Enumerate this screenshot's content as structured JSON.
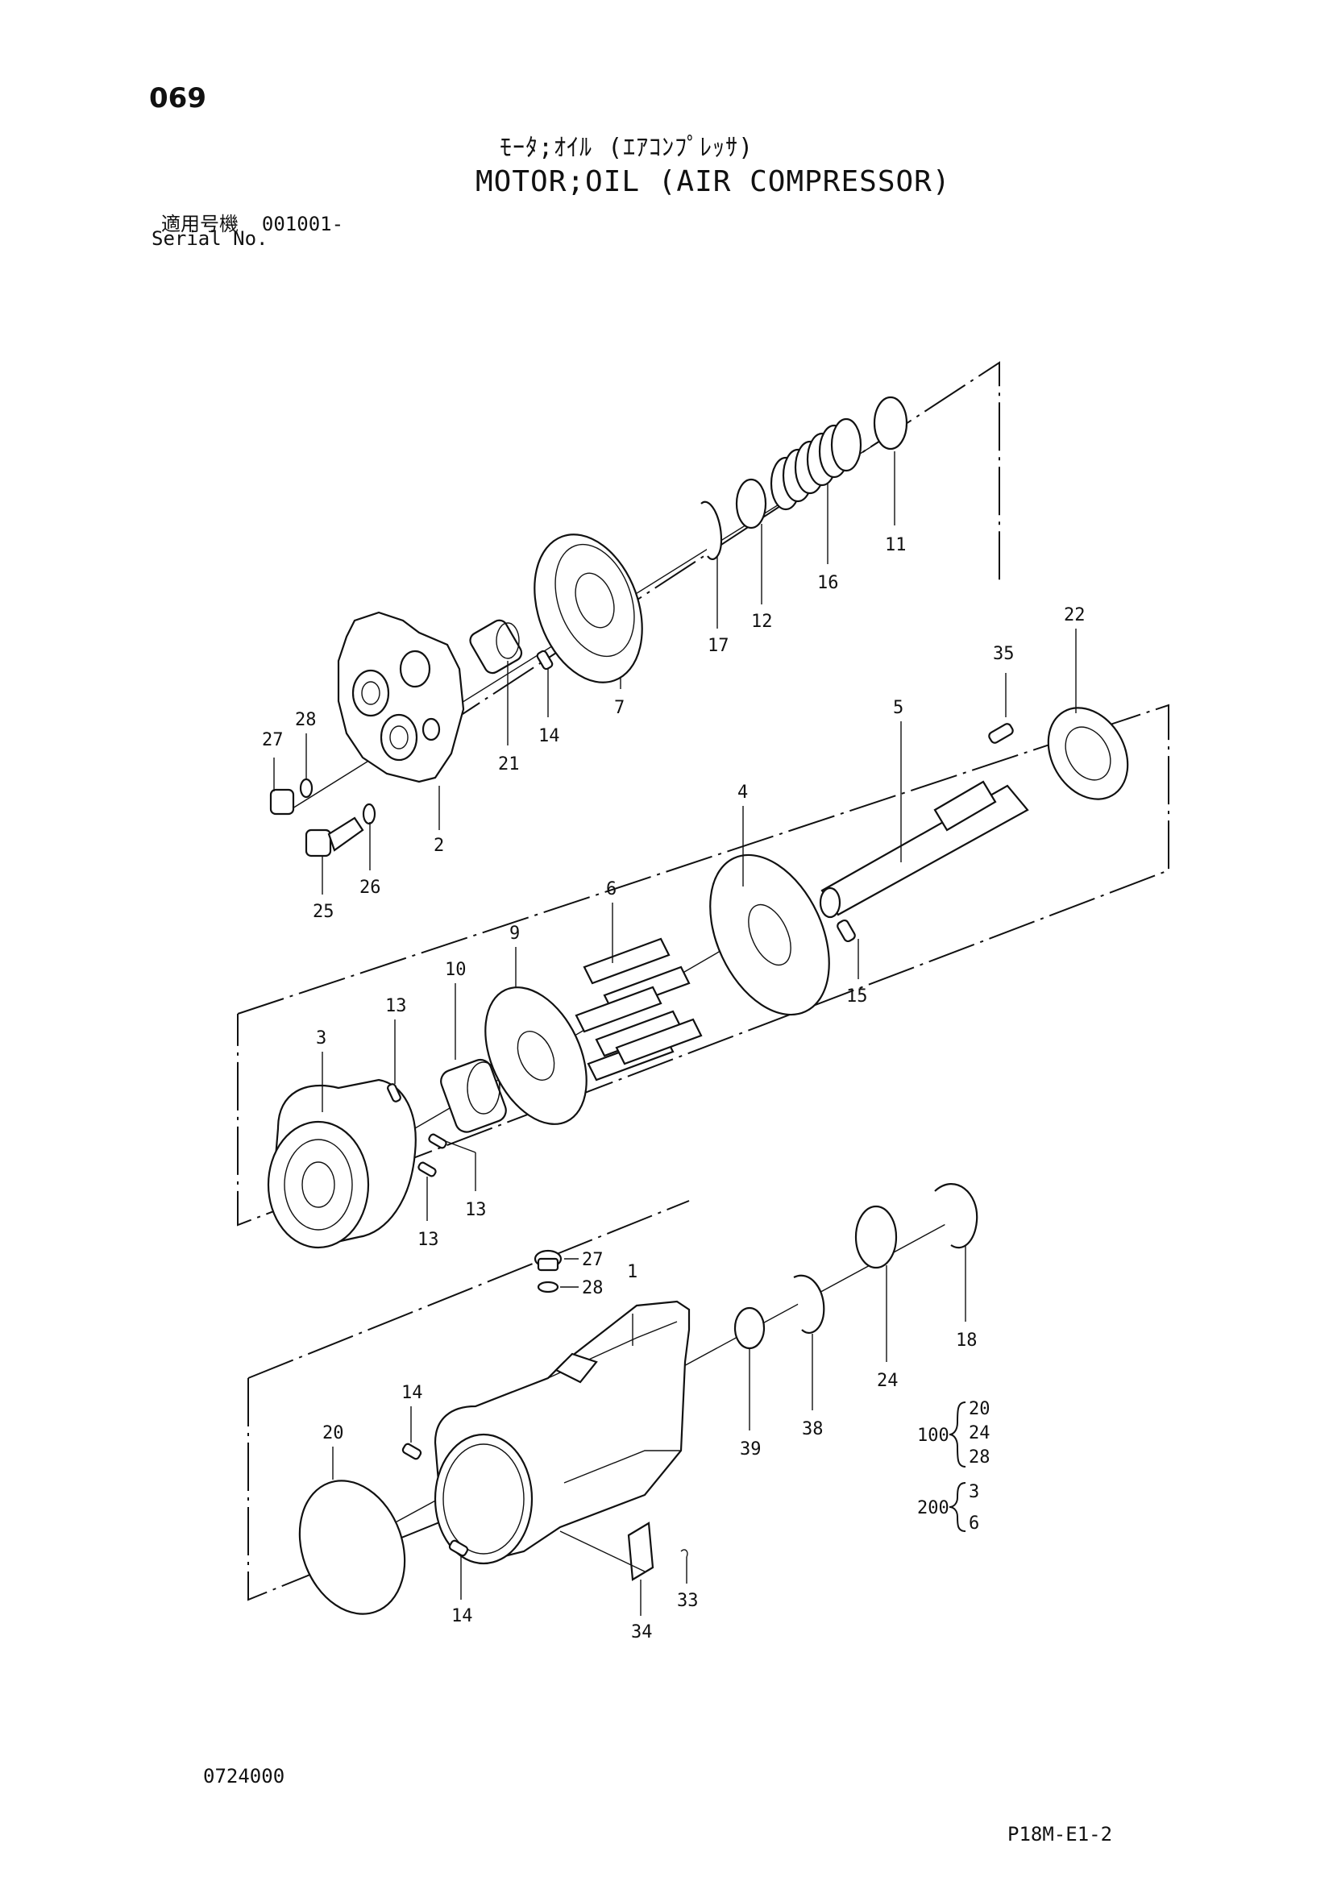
{
  "header": {
    "page_number": "069",
    "title_jp": "ﾓｰﾀ;ｵｲﾙ (ｴｱｺﾝﾌﾟﾚｯｻ)",
    "title_en": "MOTOR;OIL (AIR COMPRESSOR)",
    "serial_label_jp": "適用号機",
    "serial_value": "001001-",
    "serial_label_en": "Serial No."
  },
  "callouts": {
    "c2": "2",
    "c3": "3",
    "c4": "4",
    "c5": "5",
    "c6": "6",
    "c7": "7",
    "c9": "9",
    "c10": "10",
    "c11": "11",
    "c12": "12",
    "c13a": "13",
    "c13b": "13",
    "c13c": "13",
    "c14a": "14",
    "c14b": "14",
    "c14c": "14",
    "c15": "15",
    "c16": "16",
    "c17": "17",
    "c18": "18",
    "c20": "20",
    "c21": "21",
    "c22": "22",
    "c24": "24",
    "c25": "25",
    "c26": "26",
    "c27a": "27",
    "c27b": "27",
    "c28a": "28",
    "c28b": "28",
    "c33": "33",
    "c34": "34",
    "c35": "35",
    "c38": "38",
    "c39": "39",
    "c1": "1"
  },
  "kits": {
    "kit100": {
      "number": "100",
      "items": [
        "20",
        "24",
        "28"
      ]
    },
    "kit200": {
      "number": "200",
      "items": [
        "3",
        "6"
      ]
    }
  },
  "footer": {
    "drawing_number": "0724000",
    "sheet_code": "P18M-E1-2"
  }
}
